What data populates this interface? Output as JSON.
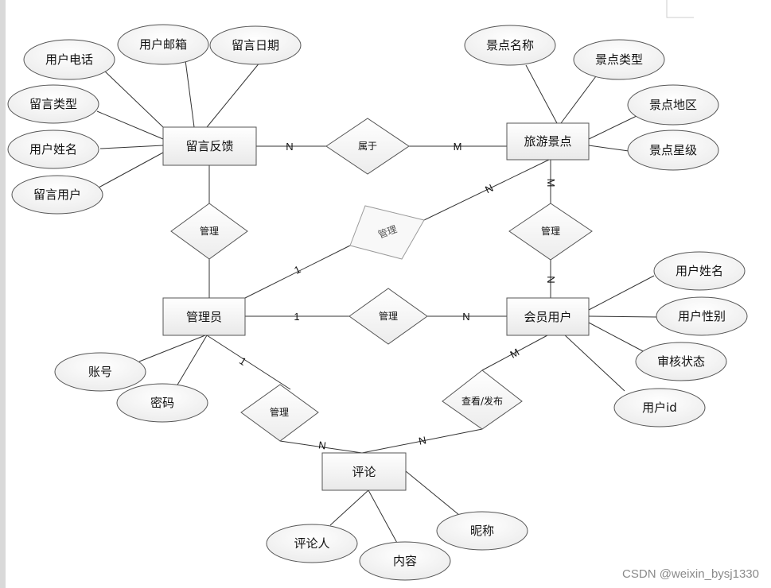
{
  "diagram": {
    "entities": [
      {
        "id": "feedback",
        "label": "留言反馈"
      },
      {
        "id": "spot",
        "label": "旅游景点"
      },
      {
        "id": "admin",
        "label": "管理员"
      },
      {
        "id": "member",
        "label": "会员用户"
      },
      {
        "id": "comment",
        "label": "评论"
      }
    ],
    "relationships": [
      {
        "id": "belongs",
        "label": "属于"
      },
      {
        "id": "manage_feedback",
        "label": "管理"
      },
      {
        "id": "manage_spot",
        "label": "管理"
      },
      {
        "id": "spot_member",
        "label": "管理"
      },
      {
        "id": "manage_member",
        "label": "管理"
      },
      {
        "id": "manage_comment",
        "label": "管理"
      },
      {
        "id": "view_post",
        "label": "查看/发布"
      }
    ],
    "attributes": [
      {
        "id": "a_phone",
        "label": "用户电话"
      },
      {
        "id": "a_email",
        "label": "用户邮箱"
      },
      {
        "id": "a_date",
        "label": "留言日期"
      },
      {
        "id": "a_msgtype",
        "label": "留言类型"
      },
      {
        "id": "a_uname1",
        "label": "用户姓名"
      },
      {
        "id": "a_msguser",
        "label": "留言用户"
      },
      {
        "id": "a_spotname",
        "label": "景点名称"
      },
      {
        "id": "a_spottype",
        "label": "景点类型"
      },
      {
        "id": "a_spotarea",
        "label": "景点地区"
      },
      {
        "id": "a_spotstar",
        "label": "景点星级"
      },
      {
        "id": "a_uname2",
        "label": "用户姓名"
      },
      {
        "id": "a_gender",
        "label": "用户性别"
      },
      {
        "id": "a_audit",
        "label": "审核状态"
      },
      {
        "id": "a_uid",
        "label": "用户id"
      },
      {
        "id": "a_account",
        "label": "账号"
      },
      {
        "id": "a_password",
        "label": "密码"
      },
      {
        "id": "a_reviewer",
        "label": "评论人"
      },
      {
        "id": "a_content",
        "label": "内容"
      },
      {
        "id": "a_nick",
        "label": "昵称"
      }
    ],
    "cardinalities": [
      {
        "id": "c_fb_belongs",
        "label": "N"
      },
      {
        "id": "c_belongs_spot",
        "label": "M"
      },
      {
        "id": "c_spot_admin_n",
        "label": "N"
      },
      {
        "id": "c_spot_admin_1",
        "label": "1"
      },
      {
        "id": "c_spot_member_m",
        "label": "M"
      },
      {
        "id": "c_spot_member_n",
        "label": "N"
      },
      {
        "id": "c_admin_member_1",
        "label": "1"
      },
      {
        "id": "c_admin_member_n",
        "label": "N"
      },
      {
        "id": "c_admin_comment_1",
        "label": "1"
      },
      {
        "id": "c_admin_comment_n",
        "label": "N"
      },
      {
        "id": "c_member_comment_m",
        "label": "M"
      },
      {
        "id": "c_member_comment_n",
        "label": "N"
      }
    ]
  },
  "watermark": "CSDN @weixin_bysj1330"
}
